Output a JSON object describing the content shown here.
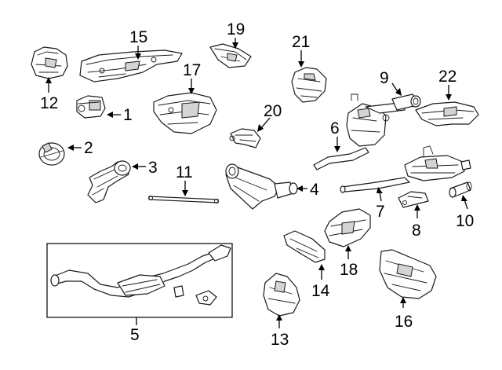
{
  "diagram": {
    "type": "exploded-parts-diagram",
    "callouts": {
      "c1": "1",
      "c2": "2",
      "c3": "3",
      "c4": "4",
      "c5": "5",
      "c6": "6",
      "c7": "7",
      "c8": "8",
      "c9": "9",
      "c10": "10",
      "c11": "11",
      "c12": "12",
      "c13": "13",
      "c14": "14",
      "c15": "15",
      "c16": "16",
      "c17": "17",
      "c18": "18",
      "c19": "19",
      "c20": "20",
      "c21": "21",
      "c22": "22"
    }
  }
}
